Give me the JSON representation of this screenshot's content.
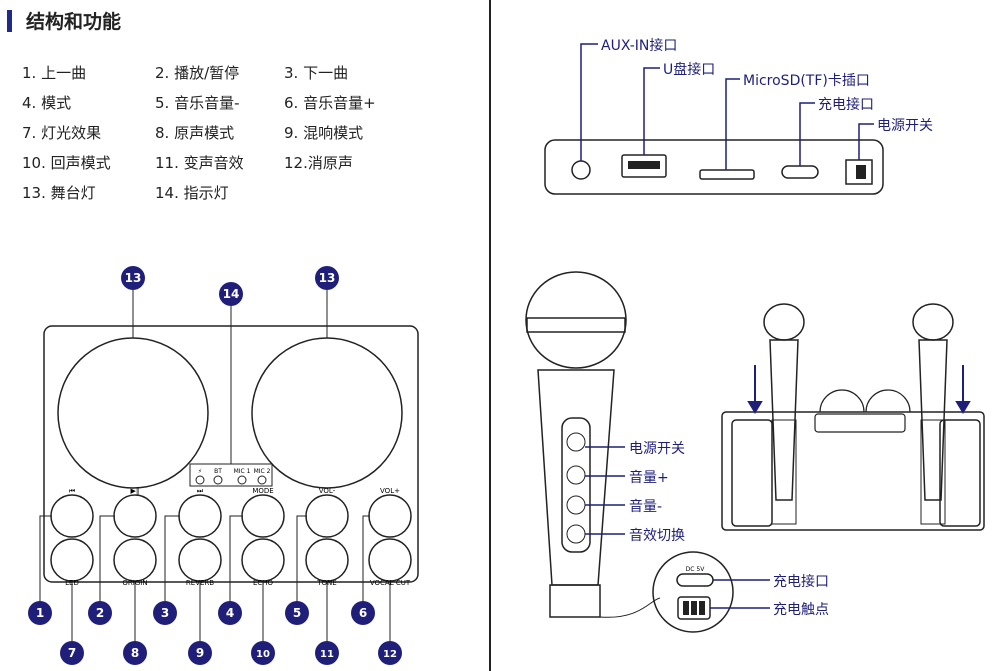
{
  "title": "结构和功能",
  "functions": [
    "1. 上一曲",
    "2. 播放/暂停",
    "3. 下一曲",
    "4. 模式",
    "5. 音乐音量-",
    "6. 音乐音量+",
    "7. 灯光效果",
    "8. 原声模式",
    "9. 混响模式",
    "10. 回声模式",
    "11. 变声音效",
    "12.消原声",
    "13. 舞台灯",
    "14. 指示灯"
  ],
  "panel": {
    "top_button_labels": [
      "⏮",
      "▶‖",
      "⏭",
      "MODE",
      "VOL-",
      "VOL+"
    ],
    "bottom_button_labels": [
      "LED",
      "ORIGIN",
      "REVERB",
      "ECHO",
      "TONE",
      "VOCAL CUT"
    ],
    "indicator_labels": [
      "⚡",
      "BT",
      "MIC 1",
      "MIC 2"
    ],
    "speaker_badge": "13",
    "indicator_badge": "14",
    "top_numbers": [
      "1",
      "2",
      "3",
      "4",
      "5",
      "6"
    ],
    "bottom_numbers": [
      "7",
      "8",
      "9",
      "10",
      "11",
      "12"
    ]
  },
  "ports": {
    "aux": "AUX-IN接口",
    "usb": "U盘接口",
    "sd": "MicroSD(TF)卡插口",
    "charge": "充电接口",
    "power": "电源开关"
  },
  "mic": {
    "power": "电源开关",
    "vol_up": "音量+",
    "vol_down": "音量-",
    "effect": "音效切换",
    "charge_port": "充电接口",
    "charge_contacts": "充电触点",
    "dc_label": "DC 5V"
  },
  "colors": {
    "accent": "#1f2a8a",
    "badge": "#1f1f7a",
    "line": "#222222"
  }
}
